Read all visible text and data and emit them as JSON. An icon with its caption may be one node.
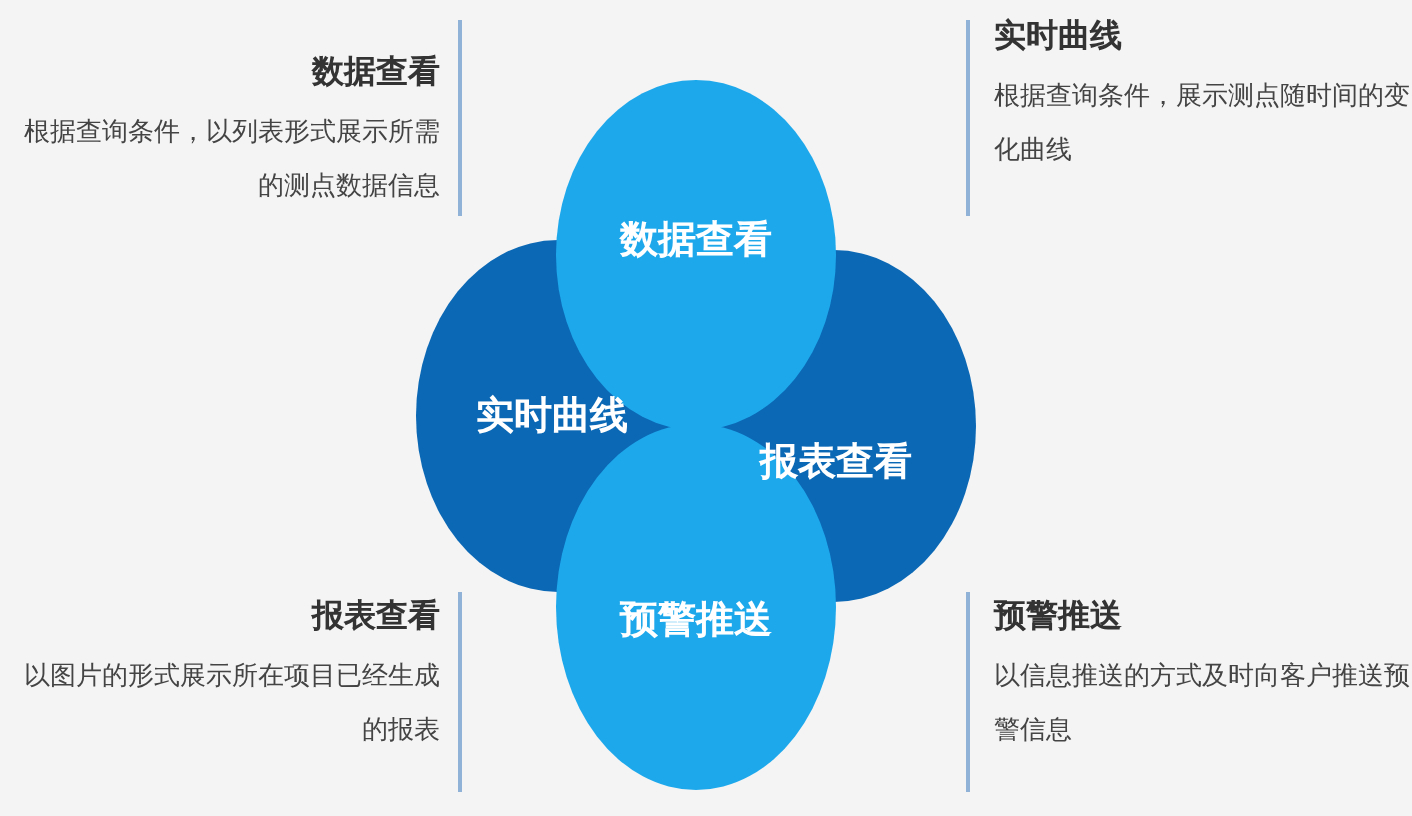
{
  "diagram": {
    "nodes": [
      {
        "text": [
          "数据查看"
        ]
      },
      {
        "text": [
          "实时曲线"
        ]
      },
      {
        "text": [
          "报表查看"
        ]
      },
      {
        "text": [
          "预警推送"
        ]
      }
    ],
    "edges": [],
    "labels": [
      "数据查看",
      "根据查询条件，以列表形式展示所需的测点数据信息",
      "实时曲线",
      "根据查询条件，展示测点随时间的变化曲线",
      "报表查看",
      "以图片的形式展示所在项目已经生成的报表",
      "预警推送",
      "以信息推送的方式及时向客户推送预警信息"
    ]
  }
}
